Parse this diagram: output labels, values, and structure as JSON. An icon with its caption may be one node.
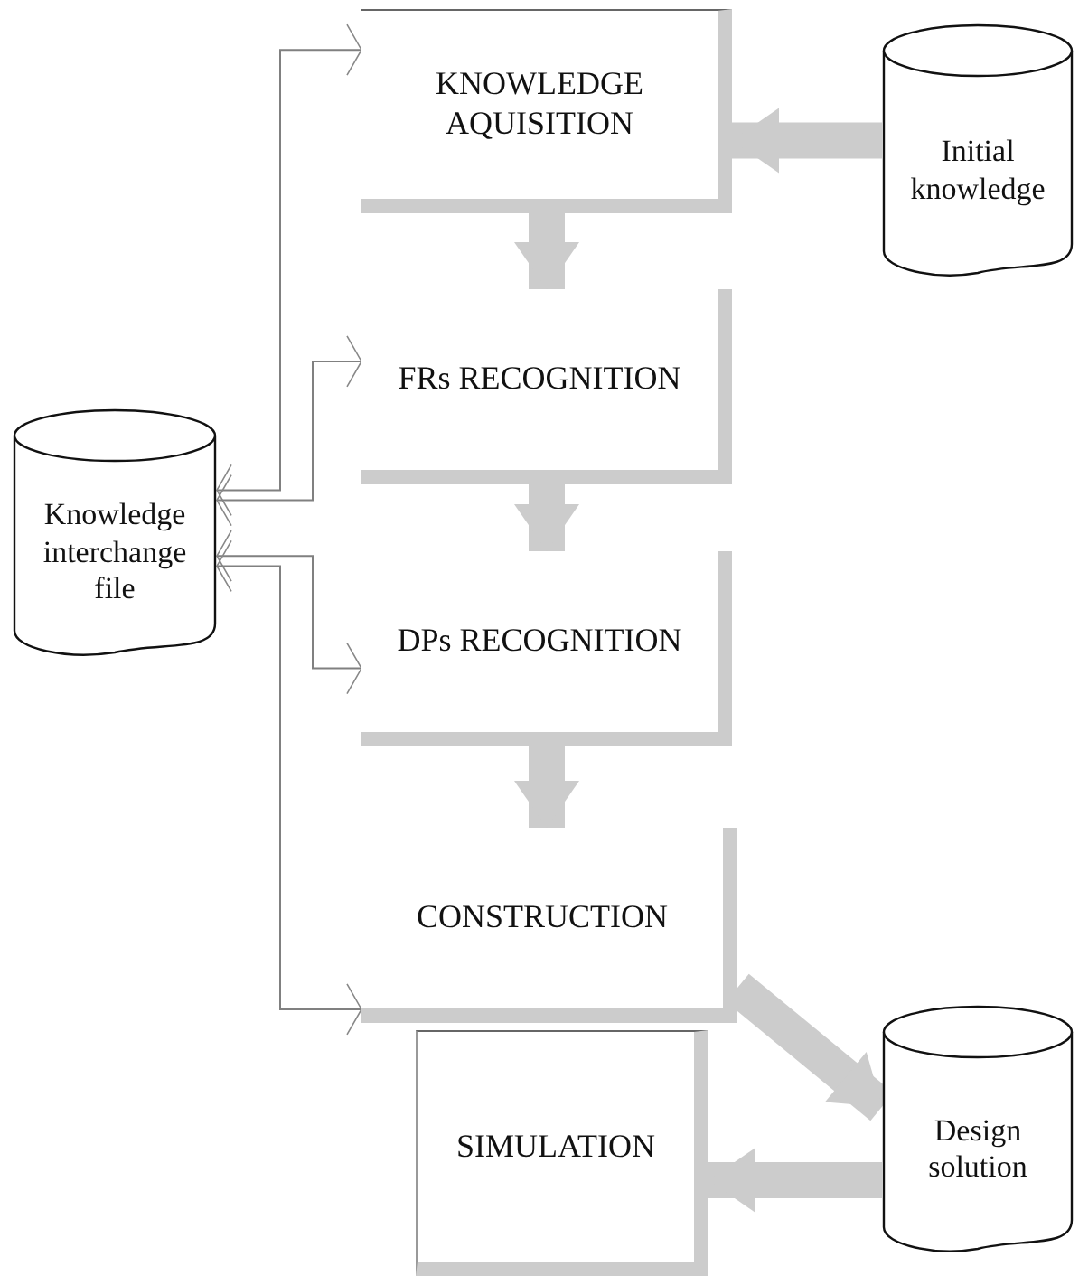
{
  "diagram": {
    "nodes": [
      {
        "text": [
          "KNOWLEDGE AQUISITION"
        ]
      },
      {
        "text": [
          "Initial knowledge"
        ]
      },
      {
        "text": [
          "FRs RECOGNITION"
        ]
      },
      {
        "text": [
          "Knowledge interchange file"
        ]
      },
      {
        "text": [
          "DPs RECOGNITION"
        ]
      },
      {
        "text": [
          "CONSTRUCTION"
        ]
      },
      {
        "text": [
          "Design solution"
        ]
      },
      {
        "text": [
          "SIMULATION"
        ]
      }
    ],
    "edges": [
      {
        "from": 1,
        "to": 0,
        "arrow": "to"
      },
      {
        "from": 0,
        "to": 2,
        "arrow": "to"
      },
      {
        "from": 2,
        "to": 4,
        "arrow": "to"
      },
      {
        "from": 4,
        "to": 5,
        "arrow": "to"
      },
      {
        "from": 5,
        "to": 6,
        "arrow": "to"
      },
      {
        "from": 6,
        "to": 7,
        "arrow": "to"
      },
      {
        "from": 3,
        "to": 0,
        "arrow": "both",
        "color": "#808080"
      },
      {
        "from": 3,
        "to": 2,
        "arrow": "both",
        "color": "#808080"
      },
      {
        "from": 3,
        "to": 4,
        "arrow": "both",
        "color": "#808080"
      },
      {
        "from": 3,
        "to": 5,
        "arrow": "both",
        "color": "#808080"
      }
    ]
  }
}
